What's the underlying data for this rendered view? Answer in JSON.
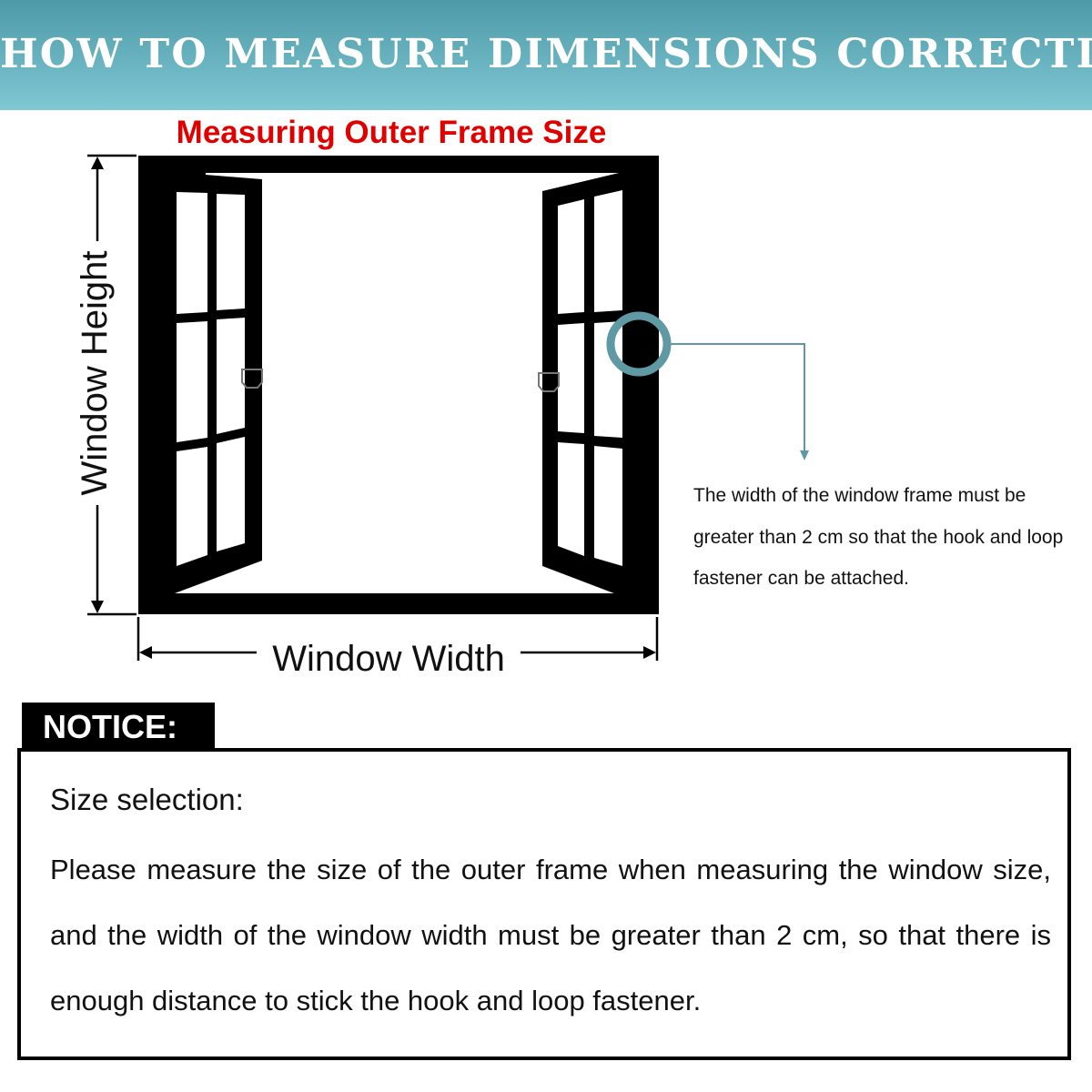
{
  "header": {
    "title": "HOW TO MEASURE DIMENSIONS CORRECTLY",
    "background_top": "#4e9aa8",
    "background_bottom": "#7fc7d3"
  },
  "diagram": {
    "subtitle": "Measuring Outer Frame Size",
    "subtitle_color": "#e10000",
    "height_label": "Window Height",
    "width_label": "Window Width",
    "frame_note": "The width of the window frame must be greater than 2 cm so that the hook and loop fastener can be attached.",
    "callout_color": "#5f99a3"
  },
  "notice": {
    "tab_label": "NOTICE:",
    "heading": "Size selection:",
    "body": "Please measure the size of the outer frame when measuring the window size, and the width of the window width must be greater than 2 cm, so that there is enough distance to stick the hook and loop fastener."
  }
}
